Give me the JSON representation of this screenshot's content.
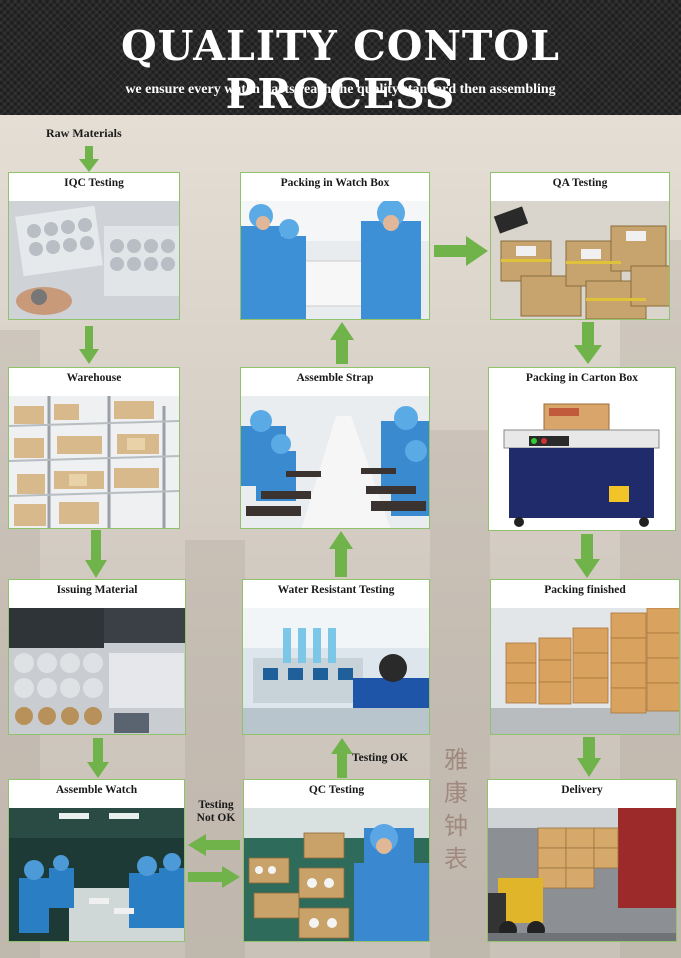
{
  "header": {
    "title": "QUALITY CONTOL PROCESS",
    "subtitle": "we ensure every watch parts reach the quality standard then assembling"
  },
  "raw_materials": "Raw Materials",
  "steps": {
    "iqc": "IQC Testing",
    "packing_watch_box": "Packing in Watch Box",
    "qa": "QA Testing",
    "warehouse": "Warehouse",
    "assemble_strap": "Assemble Strap",
    "packing_carton": "Packing in Carton Box",
    "issuing": "Issuing Material",
    "water_resistant": "Water Resistant Testing",
    "packing_finished": "Packing finished",
    "assemble_watch": "Assemble Watch",
    "qc": "QC Testing",
    "delivery": "Delivery"
  },
  "notes": {
    "testing_ok": "Testing OK",
    "testing_not_ok_1": "Testing",
    "testing_not_ok_2": "Not OK"
  },
  "watermark": [
    "雅",
    "康",
    "钟",
    "表"
  ],
  "colors": {
    "arrow": "#6fb34a",
    "border": "#8fc26a",
    "header_bg": "#1f1f1f"
  }
}
